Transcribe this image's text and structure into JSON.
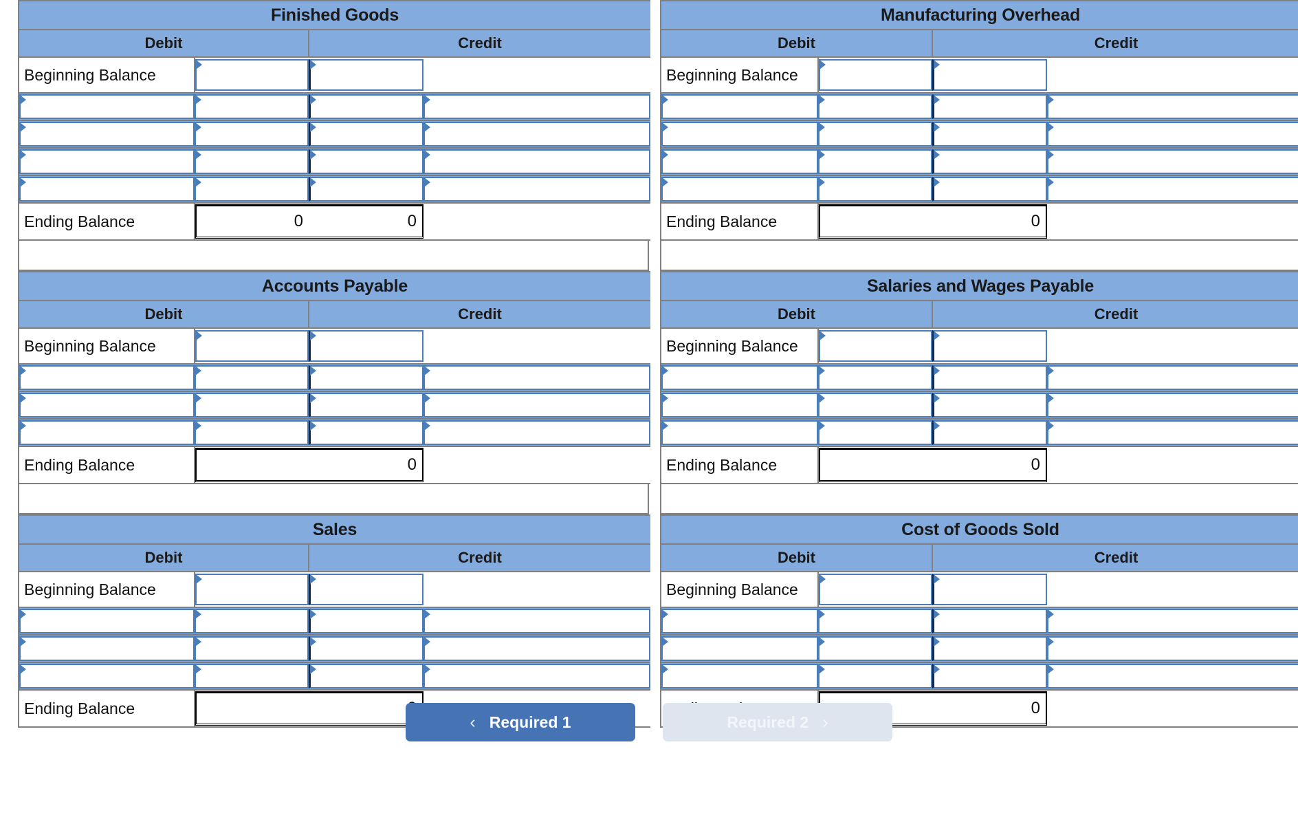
{
  "labels": {
    "debit": "Debit",
    "credit": "Credit",
    "beginning_balance": "Beginning Balance",
    "ending_balance": "Ending Balance"
  },
  "colors": {
    "header_blue": "#84abde",
    "cell_border_blue": "#4a7ebb",
    "active_button": "#4573b4",
    "disabled_button": "#dee5ef",
    "grid_grey": "#808080"
  },
  "columns": {
    "left": [
      "Finished Goods",
      "Accounts Payable",
      "Sales"
    ],
    "right": [
      "Manufacturing Overhead",
      "Salaries and Wages Payable",
      "Cost of Goods Sold"
    ]
  },
  "accounts": [
    {
      "id": "finished-goods",
      "title": "Finished Goods",
      "side": "left",
      "entry_rows": 4,
      "ending": {
        "debit": "0",
        "credit": "0"
      }
    },
    {
      "id": "manufacturing-overhead",
      "title": "Manufacturing Overhead",
      "side": "right",
      "entry_rows": 4,
      "ending": {
        "debit": "",
        "credit": "0"
      }
    },
    {
      "id": "accounts-payable",
      "title": "Accounts Payable",
      "side": "left",
      "entry_rows": 3,
      "ending": {
        "debit": "",
        "credit": "0"
      }
    },
    {
      "id": "salaries-and-wages-payable",
      "title": "Salaries and Wages Payable",
      "side": "right",
      "entry_rows": 3,
      "ending": {
        "debit": "",
        "credit": "0"
      }
    },
    {
      "id": "sales",
      "title": "Sales",
      "side": "left",
      "entry_rows": 3,
      "ending": {
        "debit": "",
        "credit": "0"
      }
    },
    {
      "id": "cost-of-goods-sold",
      "title": "Cost of Goods Sold",
      "side": "right",
      "entry_rows": 3,
      "ending": {
        "debit": "",
        "credit": "0"
      }
    }
  ],
  "footer": {
    "prev": {
      "label": "Required 1",
      "chevron": "‹",
      "state": "active"
    },
    "next": {
      "label": "Required 2",
      "chevron": "›",
      "state": "disabled"
    }
  }
}
